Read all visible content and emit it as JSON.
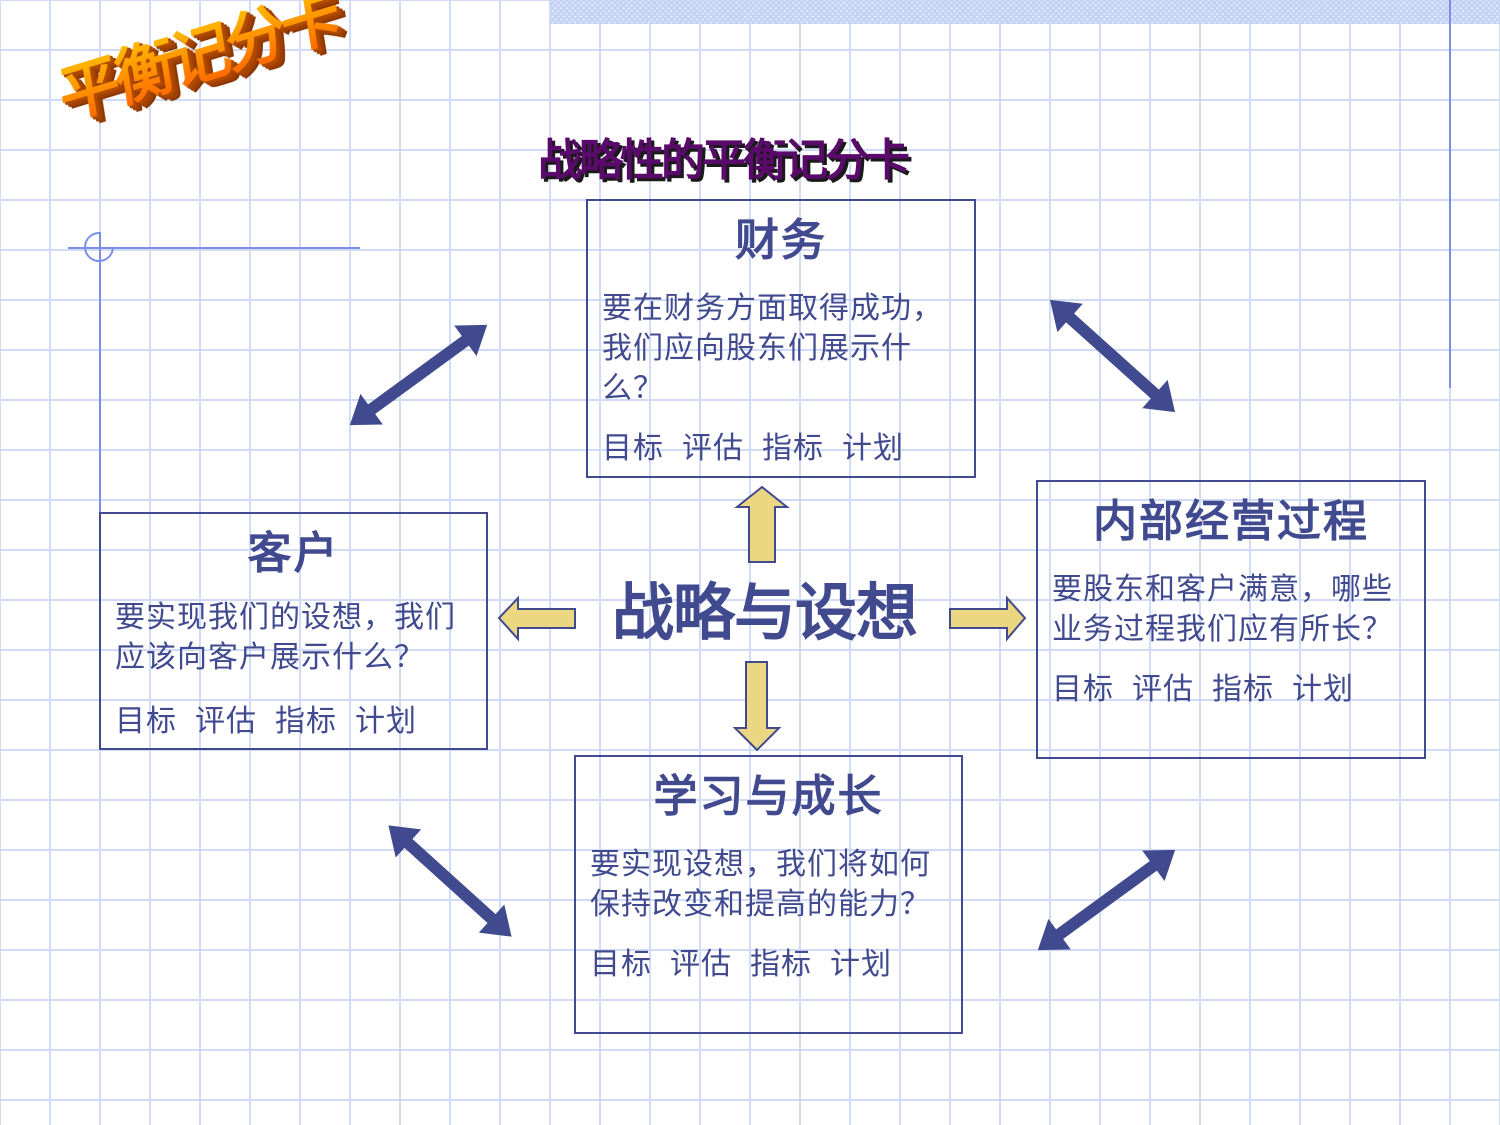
{
  "decor": {
    "wordart_title": "平衡记分卡"
  },
  "header": {
    "title": "战略性的平衡记分卡"
  },
  "center": {
    "label": "战略与设想"
  },
  "perspectives": {
    "finance": {
      "title": "财务",
      "question": "要在财务方面取得成功，我们应向股东们展示什么？",
      "metrics": [
        "目标",
        "评估",
        "指标",
        "计划"
      ]
    },
    "customer": {
      "title": "客户",
      "question": "要实现我们的设想，我们应该向客户展示什么？",
      "metrics": [
        "目标",
        "评估",
        "指标",
        "计划"
      ]
    },
    "internal_process": {
      "title": "内部经营过程",
      "question": "要股东和客户满意，哪些业务过程我们应有所长？",
      "metrics": [
        "目标",
        "评估",
        "指标",
        "计划"
      ]
    },
    "learning_growth": {
      "title": "学习与成长",
      "question": "要实现设想，我们将如何保持改变和提高的能力？",
      "metrics": [
        "目标",
        "评估",
        "指标",
        "计划"
      ]
    }
  },
  "icons": {
    "center_arrows": "block-arrow-up/down/left/right",
    "diagonal_arrows": "double-headed-arrow"
  },
  "colors": {
    "primary_navy": "#414a8f",
    "title_purple": "#5a0a6a",
    "arrow_fill_yellow": "#ebd681",
    "grid_blue": "#d0dcf6",
    "rule_blue": "#7b8fe6",
    "wordart_orange": "#ff8a00"
  }
}
